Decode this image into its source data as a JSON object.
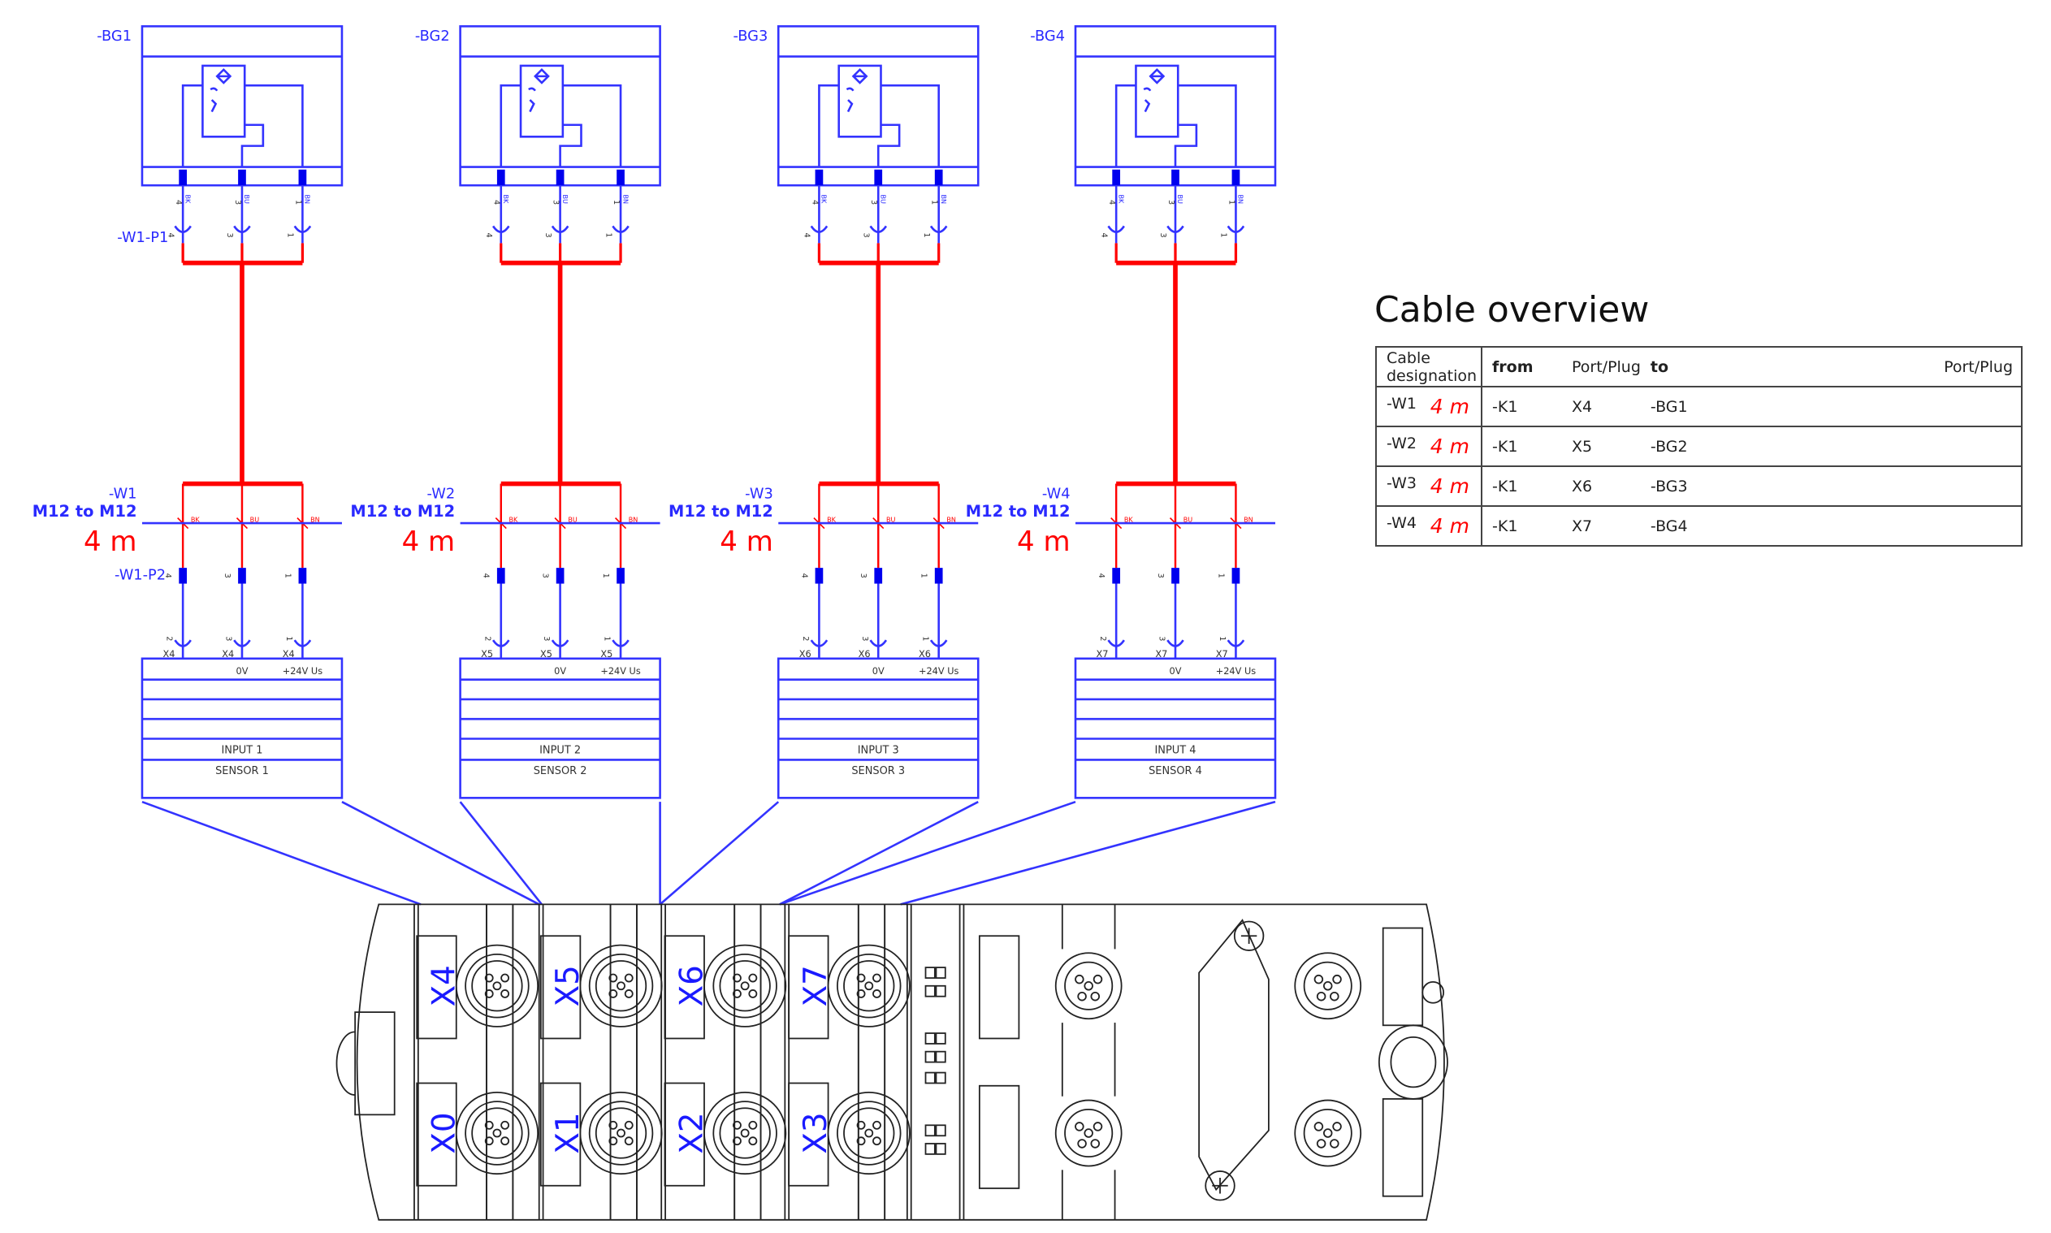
{
  "colors": {
    "wire": "#3333ff",
    "cable": "#ff0000",
    "housing": "#222222"
  },
  "sensors": [
    {
      "id": "-BG1",
      "plug1": "-W1-P1",
      "cable": "-W1",
      "type": "M12 to M12",
      "length": "4 m",
      "plug2": "-W1-P2",
      "port": "X4",
      "input": "INPUT 1",
      "sensor": "SENSOR 1"
    },
    {
      "id": "-BG2",
      "plug1": "",
      "cable": "-W2",
      "type": "M12 to M12",
      "length": "4 m",
      "plug2": "",
      "port": "X5",
      "input": "INPUT 2",
      "sensor": "SENSOR 2"
    },
    {
      "id": "-BG3",
      "plug1": "",
      "cable": "-W3",
      "type": "M12 to M12",
      "length": "4 m",
      "plug2": "",
      "port": "X6",
      "input": "INPUT 3",
      "sensor": "SENSOR 3"
    },
    {
      "id": "-BG4",
      "plug1": "",
      "cable": "-W4",
      "type": "M12 to M12",
      "length": "4 m",
      "plug2": "",
      "port": "X7",
      "input": "INPUT 4",
      "sensor": "SENSOR 4"
    }
  ],
  "pins": {
    "sensor_pins": [
      "4",
      "3",
      "1"
    ],
    "wire_colors": [
      "BK",
      "BU",
      "BN"
    ],
    "socket_pins": [
      "2",
      "3",
      "1"
    ],
    "terminal_labels": [
      "",
      "0V",
      "+24V Us"
    ]
  },
  "module": {
    "ports_top": [
      "X4",
      "X5",
      "X6",
      "X7"
    ],
    "ports_bottom": [
      "X0",
      "X1",
      "X2",
      "X3"
    ]
  },
  "table": {
    "title": "Cable overview",
    "headers": [
      "Cable designation",
      "from",
      "Port/Plug",
      "to",
      "Port/Plug"
    ],
    "rows": [
      {
        "cable": "-W1",
        "length": "4 m",
        "from": "-K1",
        "port": "X4",
        "to": "-BG1",
        "plug": ""
      },
      {
        "cable": "-W2",
        "length": "4 m",
        "from": "-K1",
        "port": "X5",
        "to": "-BG2",
        "plug": ""
      },
      {
        "cable": "-W3",
        "length": "4 m",
        "from": "-K1",
        "port": "X6",
        "to": "-BG3",
        "plug": ""
      },
      {
        "cable": "-W4",
        "length": "4 m",
        "from": "-K1",
        "port": "X7",
        "to": "-BG4",
        "plug": ""
      }
    ]
  }
}
